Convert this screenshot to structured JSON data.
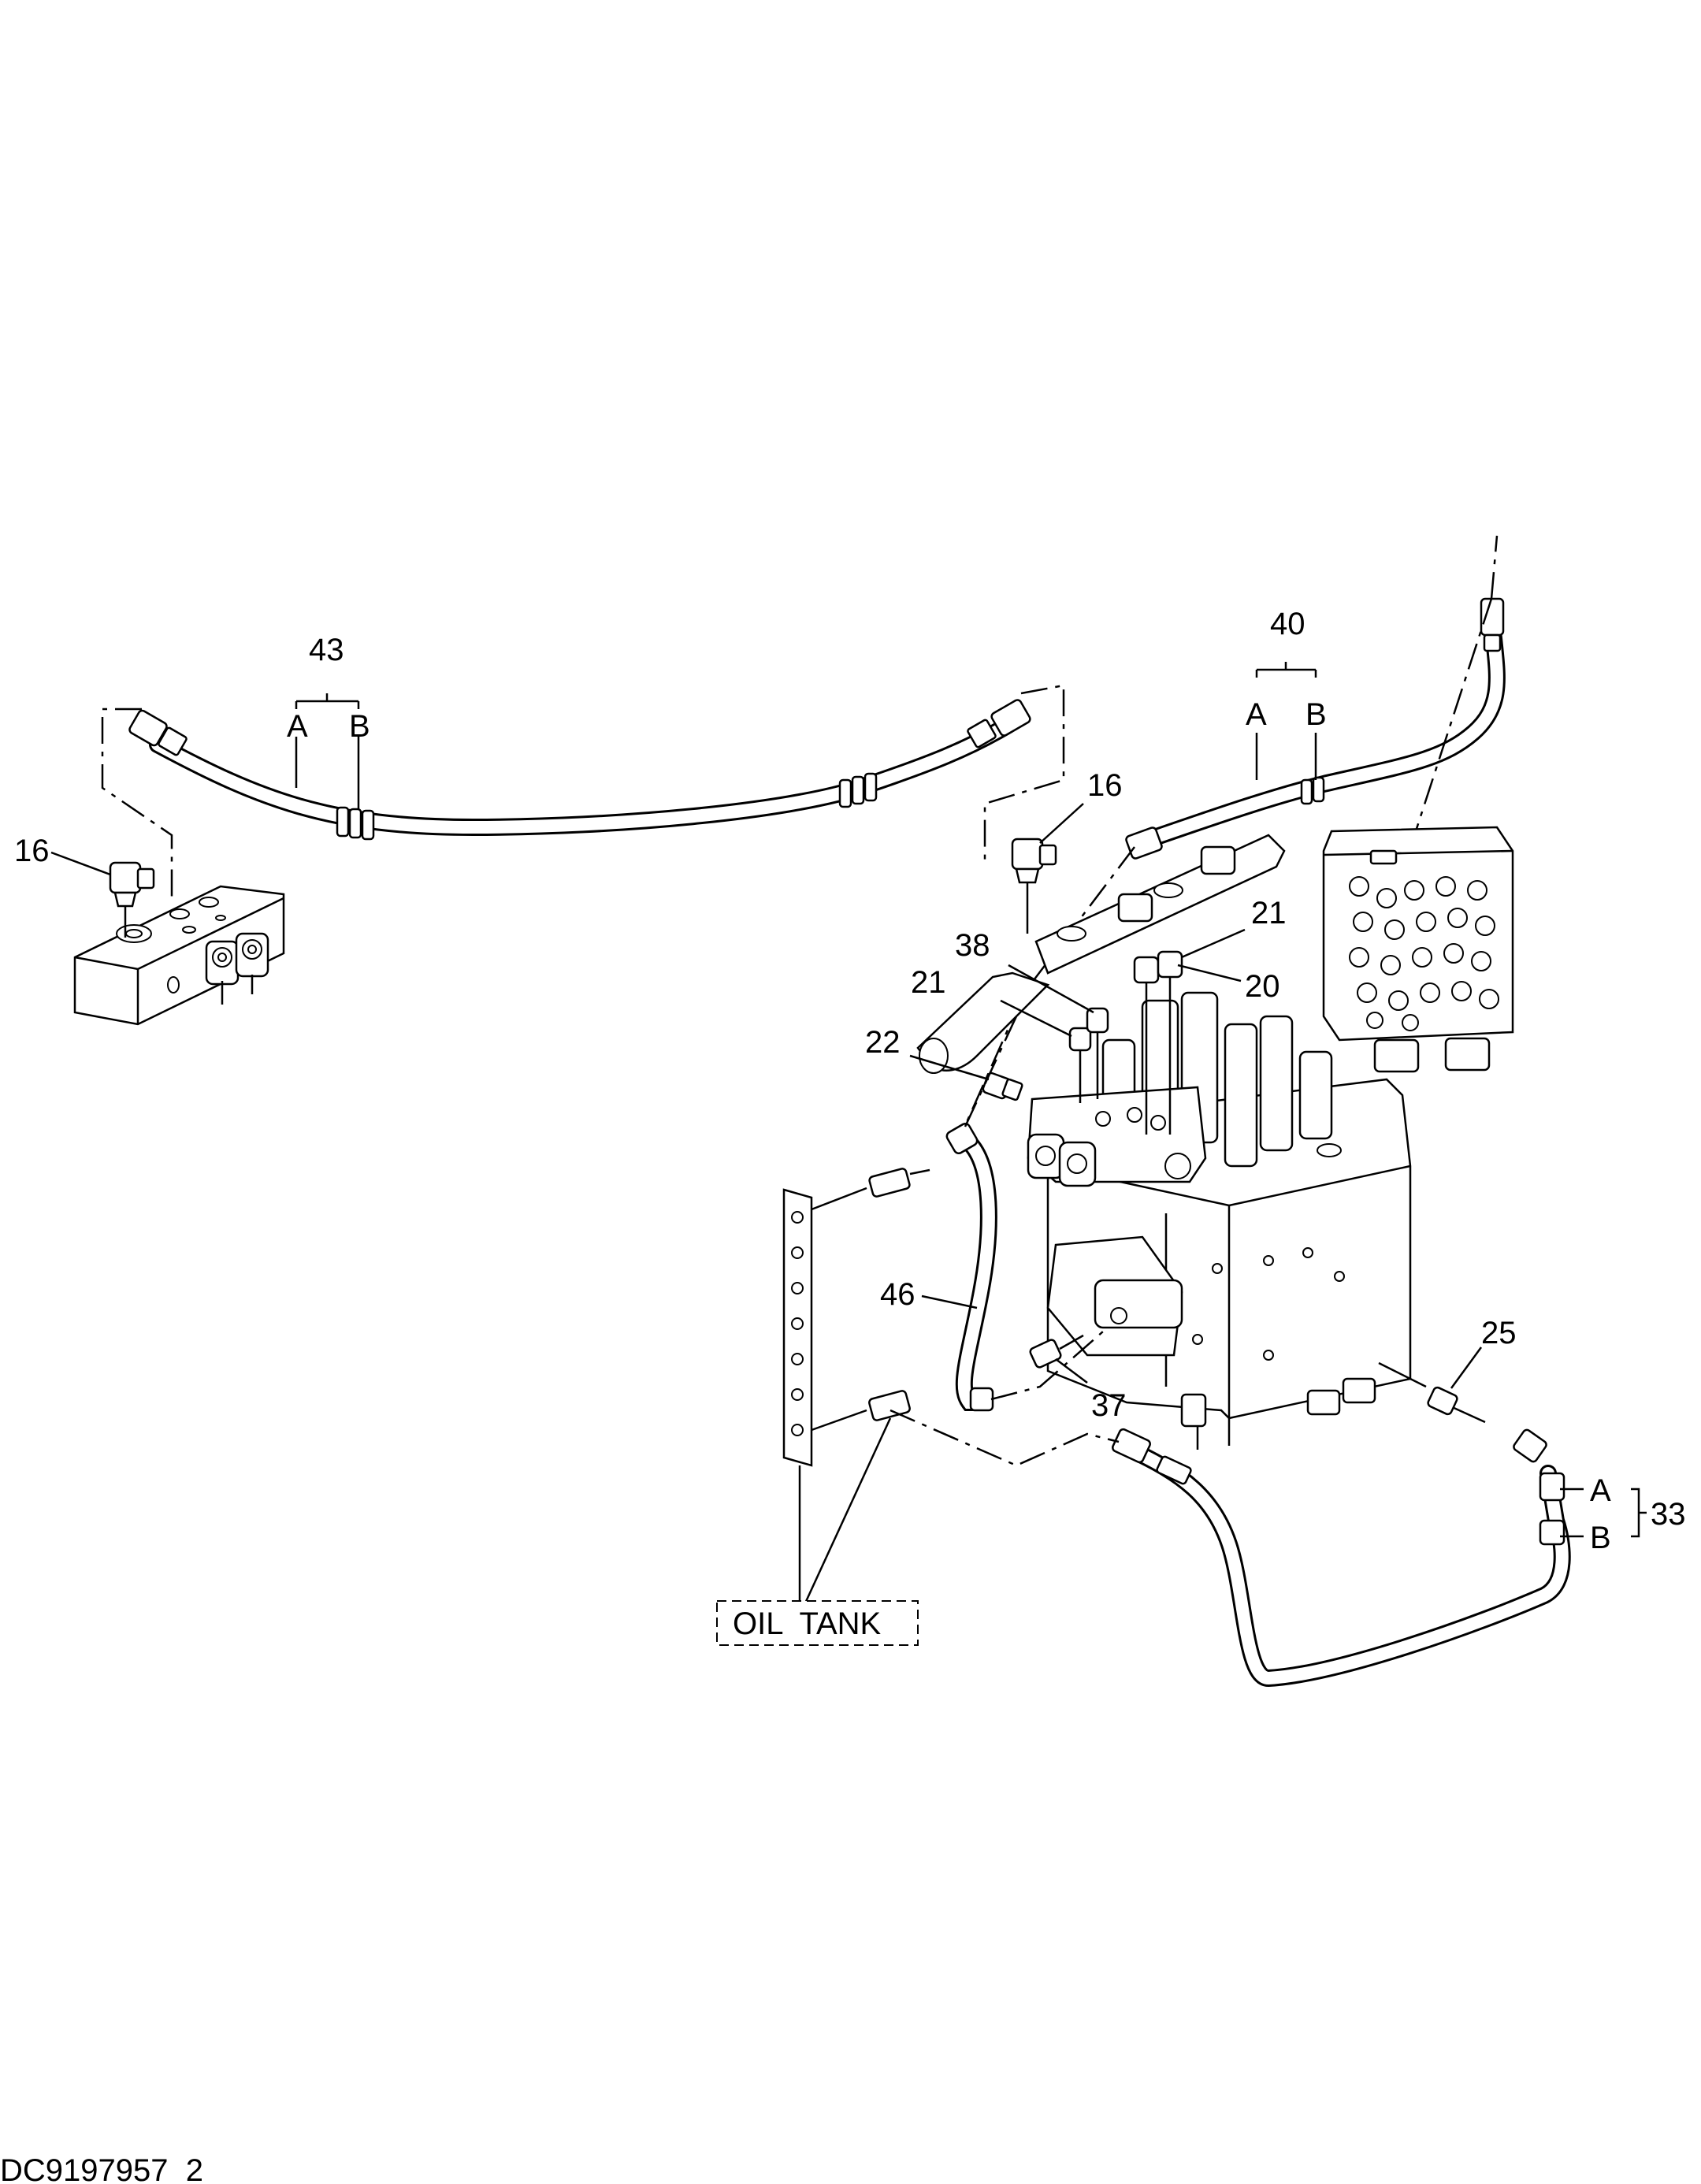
{
  "callouts": {
    "c43": "43",
    "c43_a": "A",
    "c43_b": "B",
    "c16_left": "16",
    "c40": "40",
    "c40_a": "A",
    "c40_b": "B",
    "c16_right": "16",
    "c21_top": "21",
    "c20": "20",
    "c38": "38",
    "c21_mid": "21",
    "c22": "22",
    "c46": "46",
    "c37": "37",
    "c25": "25",
    "c33": "33",
    "c33_a": "A",
    "c33_b": "B"
  },
  "oil_tank_label": "OIL  TANK",
  "drawing_id": "DC9197957_2"
}
